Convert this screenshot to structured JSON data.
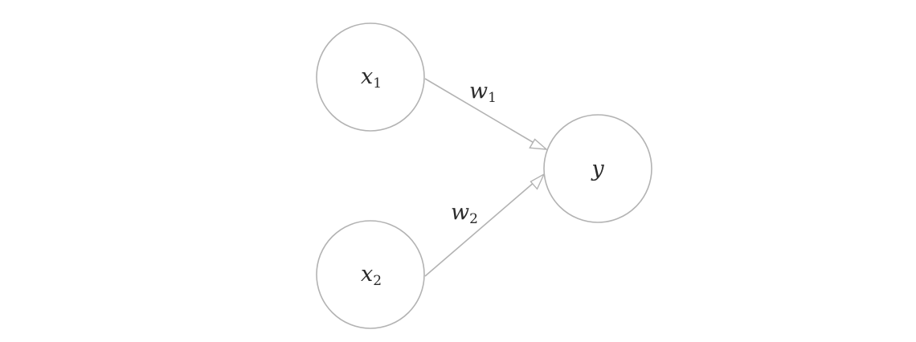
{
  "diagram": {
    "nodes": [
      {
        "id": "x1",
        "base": "x",
        "sub": "1"
      },
      {
        "id": "x2",
        "base": "x",
        "sub": "2"
      },
      {
        "id": "y",
        "base": "y",
        "sub": ""
      }
    ],
    "edges": [
      {
        "from": "x1",
        "to": "y",
        "weight_base": "w",
        "weight_sub": "1"
      },
      {
        "from": "x2",
        "to": "y",
        "weight_base": "w",
        "weight_sub": "2"
      }
    ],
    "colors": {
      "stroke": "#b3b3b3",
      "text": "#2b2b2b",
      "background": "#ffffff"
    }
  }
}
